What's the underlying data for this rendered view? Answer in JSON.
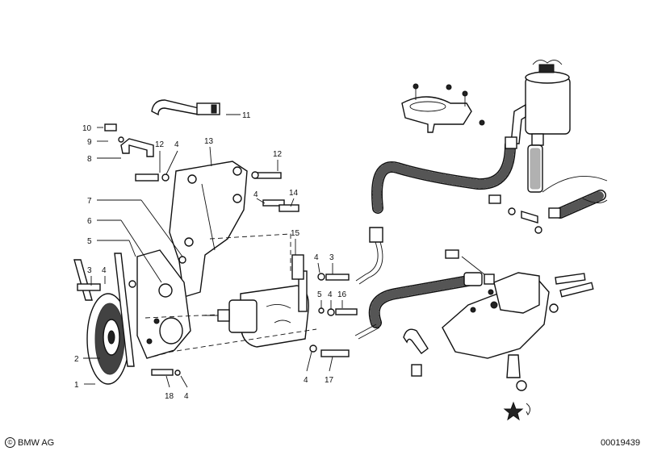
{
  "callouts": [
    "1",
    "2",
    "3",
    "4",
    "4",
    "4",
    "4",
    "4",
    "4",
    "4",
    "5",
    "5",
    "6",
    "7",
    "8",
    "9",
    "10",
    "11",
    "12",
    "12",
    "13",
    "14",
    "15",
    "16",
    "17",
    "18",
    "3"
  ],
  "footer": {
    "copyright_symbol": "©",
    "company": "BMW AG",
    "diagram_number": "00019439"
  },
  "icons": {
    "copyright": "copyright-icon"
  }
}
